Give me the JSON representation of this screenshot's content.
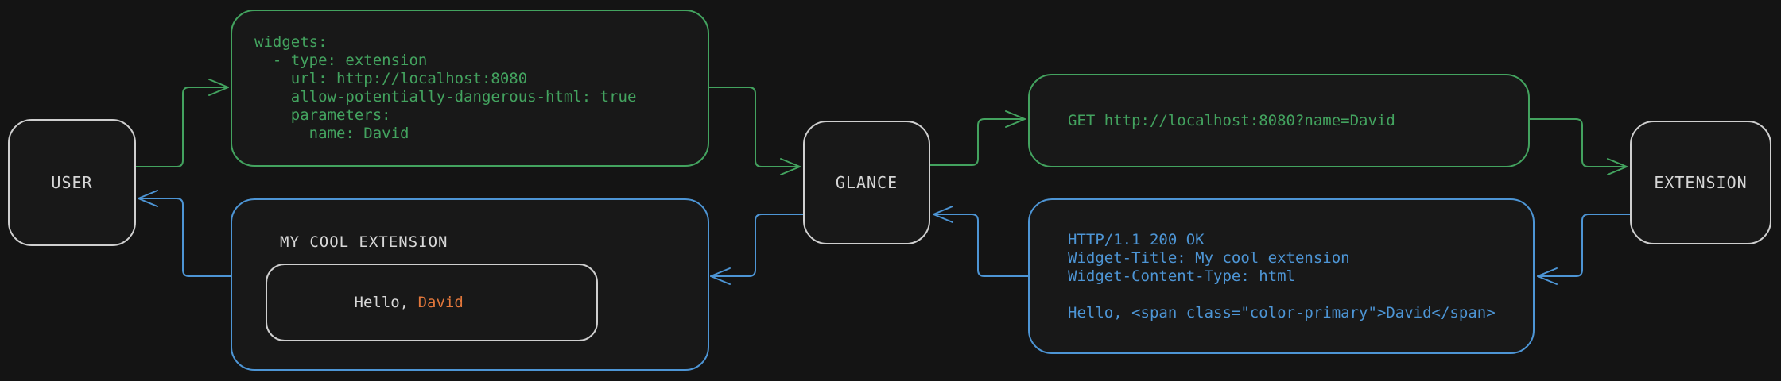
{
  "diagram": {
    "nodes": {
      "user": {
        "label": "USER"
      },
      "glance": {
        "label": "GLANCE"
      },
      "extension": {
        "label": "EXTENSION"
      }
    },
    "config_box": {
      "lines": [
        "widgets:",
        "  - type: extension",
        "    url: http://localhost:8080",
        "    allow-potentially-dangerous-html: true",
        "    parameters:",
        "      name: David"
      ]
    },
    "request_box": {
      "text": "GET http://localhost:8080?name=David"
    },
    "response_box": {
      "lines": [
        "HTTP/1.1 200 OK",
        "Widget-Title: My cool extension",
        "Widget-Content-Type: html",
        "",
        "Hello, <span class=\"color-primary\">David</span>"
      ]
    },
    "widget_preview": {
      "title": "MY COOL EXTENSION",
      "greeting_prefix": "Hello, ",
      "greeting_name": "David"
    },
    "colors": {
      "background": "#141414",
      "request_green": "#43a35f",
      "response_blue": "#4d95d5",
      "neutral_border": "#cfcfcf",
      "primary_orange": "#e2773b"
    }
  }
}
